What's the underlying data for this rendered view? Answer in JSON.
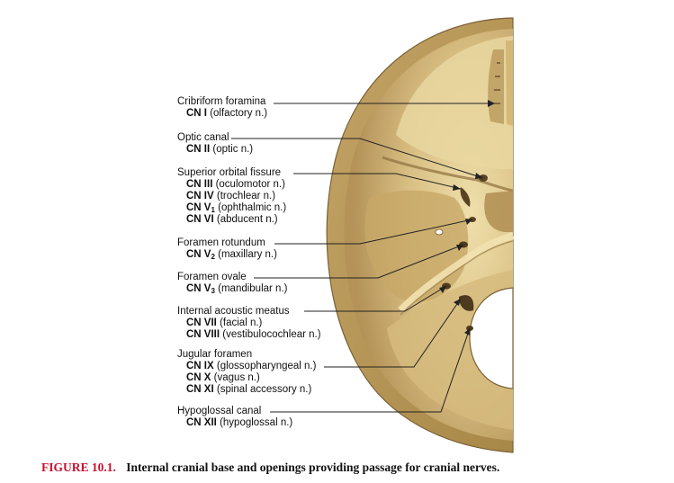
{
  "figure": {
    "number": "FIGURE 10.1.",
    "caption": "Internal cranial base and openings providing passage for cranial nerves."
  },
  "labels": [
    {
      "id": "cribriform",
      "title": "Cribriform foramina",
      "nerves": [
        {
          "cn": "CN I",
          "sub": "",
          "desc": "(olfactory n.)"
        }
      ]
    },
    {
      "id": "optic",
      "title": "Optic canal",
      "nerves": [
        {
          "cn": "CN  II",
          "sub": "",
          "desc": "(optic n.)"
        }
      ]
    },
    {
      "id": "sof",
      "title": "Superior orbital fissure",
      "nerves": [
        {
          "cn": "CN III",
          "sub": "",
          "desc": "(oculomotor n.)"
        },
        {
          "cn": "CN IV",
          "sub": "",
          "desc": "(trochlear n.)"
        },
        {
          "cn": "CN V",
          "sub": "1",
          "desc": "(ophthalmic n.)"
        },
        {
          "cn": "CN VI",
          "sub": "",
          "desc": "(abducent n.)"
        }
      ]
    },
    {
      "id": "rotundum",
      "title": "Foramen rotundum",
      "nerves": [
        {
          "cn": "CN V",
          "sub": "2",
          "desc": "(maxillary n.)"
        }
      ]
    },
    {
      "id": "ovale",
      "title": "Foramen ovale",
      "nerves": [
        {
          "cn": "CN V",
          "sub": "3",
          "desc": "(mandibular n.)"
        }
      ]
    },
    {
      "id": "iam",
      "title": "Internal acoustic meatus",
      "nerves": [
        {
          "cn": "CN VII",
          "sub": "",
          "desc": "(facial n.)"
        },
        {
          "cn": "CN VIII",
          "sub": "",
          "desc": "(vestibulocochlear n.)"
        }
      ]
    },
    {
      "id": "jugular",
      "title": "Jugular foramen",
      "nerves": [
        {
          "cn": "CN IX",
          "sub": "",
          "desc": "(glossopharyngeal n.)"
        },
        {
          "cn": "CN X",
          "sub": "",
          "desc": "(vagus n.)"
        },
        {
          "cn": "CN XI",
          "sub": "",
          "desc": "(spinal accessory n.)"
        }
      ]
    },
    {
      "id": "hypoglossal",
      "title": "Hypoglossal canal",
      "nerves": [
        {
          "cn": "CN XII",
          "sub": "",
          "desc": "(hypoglossal n.)"
        }
      ]
    }
  ],
  "colors": {
    "bone_light": "#e6d49a",
    "bone_mid": "#c9ad6c",
    "bone_dark": "#9c7f45",
    "outline": "#7a6035",
    "caption_number": "#c8102e"
  }
}
